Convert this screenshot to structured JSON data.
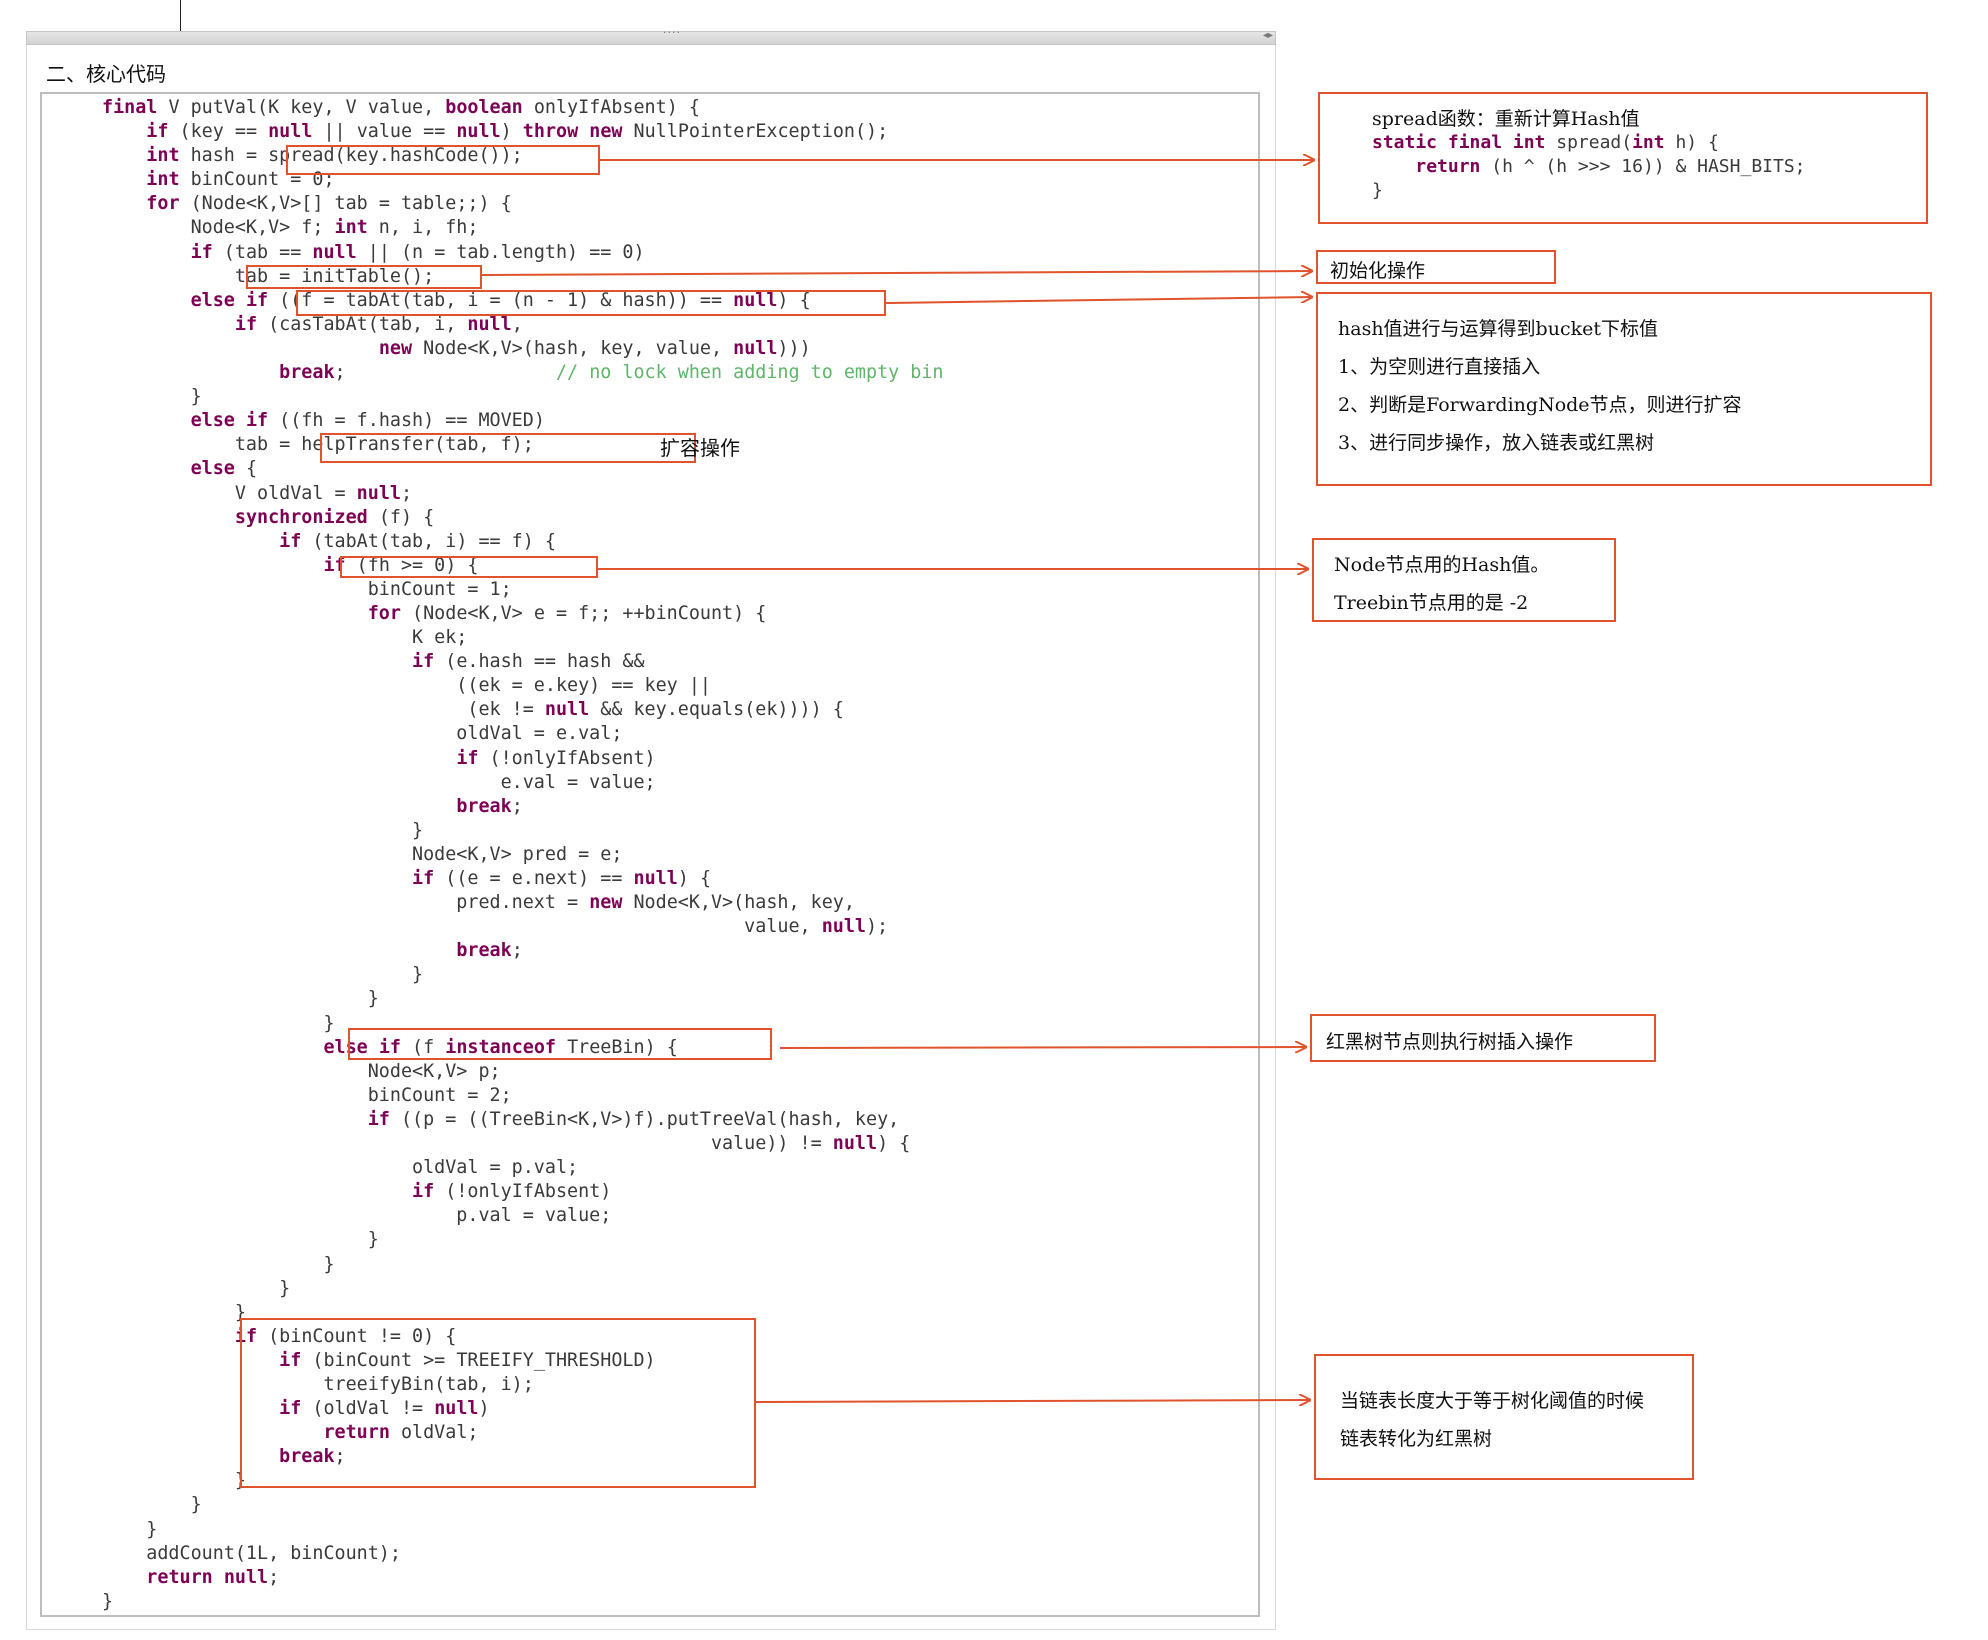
{
  "section_title": "二、核心代码",
  "code_lines": [
    [
      [
        "k",
        "final"
      ],
      [
        "t",
        " V putVal(K key, V value, "
      ],
      [
        "k",
        "boolean"
      ],
      [
        "t",
        " onlyIfAbsent) {"
      ]
    ],
    [
      [
        "t",
        "    "
      ],
      [
        "k",
        "if"
      ],
      [
        "t",
        " (key == "
      ],
      [
        "k",
        "null"
      ],
      [
        "t",
        " || value == "
      ],
      [
        "k",
        "null"
      ],
      [
        "t",
        ") "
      ],
      [
        "k",
        "throw"
      ],
      [
        "t",
        " "
      ],
      [
        "k",
        "new"
      ],
      [
        "t",
        " NullPointerException();"
      ]
    ],
    [
      [
        "t",
        "    "
      ],
      [
        "k",
        "int"
      ],
      [
        "t",
        " hash = spread(key.hashCode());"
      ]
    ],
    [
      [
        "t",
        "    "
      ],
      [
        "k",
        "int"
      ],
      [
        "t",
        " binCount = 0;"
      ]
    ],
    [
      [
        "t",
        "    "
      ],
      [
        "k",
        "for"
      ],
      [
        "t",
        " (Node<K,V>[] tab = table;;) {"
      ]
    ],
    [
      [
        "t",
        "        Node<K,V> f; "
      ],
      [
        "k",
        "int"
      ],
      [
        "t",
        " n, i, fh;"
      ]
    ],
    [
      [
        "t",
        "        "
      ],
      [
        "k",
        "if"
      ],
      [
        "t",
        " (tab == "
      ],
      [
        "k",
        "null"
      ],
      [
        "t",
        " || (n = tab.length) == 0)"
      ]
    ],
    [
      [
        "t",
        "            tab = initTable();"
      ]
    ],
    [
      [
        "t",
        "        "
      ],
      [
        "k",
        "else if"
      ],
      [
        "t",
        " ((f = tabAt(tab, i = (n - 1) & hash)) == "
      ],
      [
        "k",
        "null"
      ],
      [
        "t",
        ") {"
      ]
    ],
    [
      [
        "t",
        "            "
      ],
      [
        "k",
        "if"
      ],
      [
        "t",
        " (casTabAt(tab, i, "
      ],
      [
        "k",
        "null"
      ],
      [
        "t",
        ","
      ]
    ],
    [
      [
        "t",
        "                         "
      ],
      [
        "k",
        "new"
      ],
      [
        "t",
        " Node<K,V>(hash, key, value, "
      ],
      [
        "k",
        "null"
      ],
      [
        "t",
        ")))"
      ]
    ],
    [
      [
        "t",
        "                "
      ],
      [
        "k",
        "break"
      ],
      [
        "t",
        ";                   "
      ],
      [
        "c",
        "// no lock when adding to empty bin"
      ]
    ],
    [
      [
        "t",
        "        }"
      ]
    ],
    [
      [
        "t",
        "        "
      ],
      [
        "k",
        "else if"
      ],
      [
        "t",
        " ((fh = f.hash) == MOVED)"
      ]
    ],
    [
      [
        "t",
        "            tab = helpTransfer(tab, f);"
      ]
    ],
    [
      [
        "t",
        "        "
      ],
      [
        "k",
        "else"
      ],
      [
        "t",
        " {"
      ]
    ],
    [
      [
        "t",
        "            V oldVal = "
      ],
      [
        "k",
        "null"
      ],
      [
        "t",
        ";"
      ]
    ],
    [
      [
        "t",
        "            "
      ],
      [
        "k",
        "synchronized"
      ],
      [
        "t",
        " (f) {"
      ]
    ],
    [
      [
        "t",
        "                "
      ],
      [
        "k",
        "if"
      ],
      [
        "t",
        " (tabAt(tab, i) == f) {"
      ]
    ],
    [
      [
        "t",
        "                    "
      ],
      [
        "k",
        "if"
      ],
      [
        "t",
        " (fh >= 0) {"
      ]
    ],
    [
      [
        "t",
        "                        binCount = 1;"
      ]
    ],
    [
      [
        "t",
        "                        "
      ],
      [
        "k",
        "for"
      ],
      [
        "t",
        " (Node<K,V> e = f;; ++binCount) {"
      ]
    ],
    [
      [
        "t",
        "                            K ek;"
      ]
    ],
    [
      [
        "t",
        "                            "
      ],
      [
        "k",
        "if"
      ],
      [
        "t",
        " (e.hash == hash &&"
      ]
    ],
    [
      [
        "t",
        "                                ((ek = e.key) == key ||"
      ]
    ],
    [
      [
        "t",
        "                                 (ek != "
      ],
      [
        "k",
        "null"
      ],
      [
        "t",
        " && key.equals(ek)))) {"
      ]
    ],
    [
      [
        "t",
        "                                oldVal = e.val;"
      ]
    ],
    [
      [
        "t",
        "                                "
      ],
      [
        "k",
        "if"
      ],
      [
        "t",
        " (!onlyIfAbsent)"
      ]
    ],
    [
      [
        "t",
        "                                    e.val = value;"
      ]
    ],
    [
      [
        "t",
        "                                "
      ],
      [
        "k",
        "break"
      ],
      [
        "t",
        ";"
      ]
    ],
    [
      [
        "t",
        "                            }"
      ]
    ],
    [
      [
        "t",
        "                            Node<K,V> pred = e;"
      ]
    ],
    [
      [
        "t",
        "                            "
      ],
      [
        "k",
        "if"
      ],
      [
        "t",
        " ((e = e.next) == "
      ],
      [
        "k",
        "null"
      ],
      [
        "t",
        ") {"
      ]
    ],
    [
      [
        "t",
        "                                pred.next = "
      ],
      [
        "k",
        "new"
      ],
      [
        "t",
        " Node<K,V>(hash, key,"
      ]
    ],
    [
      [
        "t",
        "                                                          value, "
      ],
      [
        "k",
        "null"
      ],
      [
        "t",
        ");"
      ]
    ],
    [
      [
        "t",
        "                                "
      ],
      [
        "k",
        "break"
      ],
      [
        "t",
        ";"
      ]
    ],
    [
      [
        "t",
        "                            }"
      ]
    ],
    [
      [
        "t",
        "                        }"
      ]
    ],
    [
      [
        "t",
        "                    }"
      ]
    ],
    [
      [
        "t",
        "                    "
      ],
      [
        "k",
        "else if"
      ],
      [
        "t",
        " (f "
      ],
      [
        "k",
        "instanceof"
      ],
      [
        "t",
        " TreeBin) {"
      ]
    ],
    [
      [
        "t",
        "                        Node<K,V> p;"
      ]
    ],
    [
      [
        "t",
        "                        binCount = 2;"
      ]
    ],
    [
      [
        "t",
        "                        "
      ],
      [
        "k",
        "if"
      ],
      [
        "t",
        " ((p = ((TreeBin<K,V>)f).putTreeVal(hash, key,"
      ]
    ],
    [
      [
        "t",
        "                                                       value)) != "
      ],
      [
        "k",
        "null"
      ],
      [
        "t",
        ") {"
      ]
    ],
    [
      [
        "t",
        "                            oldVal = p.val;"
      ]
    ],
    [
      [
        "t",
        "                            "
      ],
      [
        "k",
        "if"
      ],
      [
        "t",
        " (!onlyIfAbsent)"
      ]
    ],
    [
      [
        "t",
        "                                p.val = value;"
      ]
    ],
    [
      [
        "t",
        "                        }"
      ]
    ],
    [
      [
        "t",
        "                    }"
      ]
    ],
    [
      [
        "t",
        "                }"
      ]
    ],
    [
      [
        "t",
        "            }"
      ]
    ],
    [
      [
        "t",
        "            "
      ],
      [
        "k",
        "if"
      ],
      [
        "t",
        " (binCount != 0) {"
      ]
    ],
    [
      [
        "t",
        "                "
      ],
      [
        "k",
        "if"
      ],
      [
        "t",
        " (binCount >= TREEIFY_THRESHOLD)"
      ]
    ],
    [
      [
        "t",
        "                    treeifyBin(tab, i);"
      ]
    ],
    [
      [
        "t",
        "                "
      ],
      [
        "k",
        "if"
      ],
      [
        "t",
        " (oldVal != "
      ],
      [
        "k",
        "null"
      ],
      [
        "t",
        ")"
      ]
    ],
    [
      [
        "t",
        "                    "
      ],
      [
        "k",
        "return"
      ],
      [
        "t",
        " oldVal;"
      ]
    ],
    [
      [
        "t",
        "                "
      ],
      [
        "k",
        "break"
      ],
      [
        "t",
        ";"
      ]
    ],
    [
      [
        "t",
        "            }"
      ]
    ],
    [
      [
        "t",
        "        }"
      ]
    ],
    [
      [
        "t",
        "    }"
      ]
    ],
    [
      [
        "t",
        "    addCount(1L, binCount);"
      ]
    ],
    [
      [
        "t",
        "    "
      ],
      [
        "k",
        "return"
      ],
      [
        "t",
        " "
      ],
      [
        "k",
        "null"
      ],
      [
        "t",
        ";"
      ]
    ],
    [
      [
        "t",
        "}"
      ]
    ]
  ],
  "inline_label": "扩容操作",
  "notes": {
    "spread": {
      "title": "spread函数：重新计算Hash值",
      "code": [
        [
          [
            "k",
            "static final int"
          ],
          [
            "t",
            " spread("
          ],
          [
            "k",
            "int"
          ],
          [
            "t",
            " h) {"
          ]
        ],
        [
          [
            "t",
            "    "
          ],
          [
            "k",
            "return"
          ],
          [
            "t",
            " (h ^ (h >>> 16)) & HASH_BITS;"
          ]
        ],
        [
          [
            "t",
            "}"
          ]
        ]
      ]
    },
    "init": "初始化操作",
    "bucket": [
      "hash值进行与运算得到bucket下标值",
      "1、为空则进行直接插入",
      "2、判断是ForwardingNode节点，则进行扩容",
      "3、进行同步操作，放入链表或红黑树"
    ],
    "node": [
      "Node节点用的Hash值。",
      "Treebin节点用的是 -2"
    ],
    "treebin": "红黑树节点则执行树插入操作",
    "treeify": [
      "当链表长度大于等于树化阈值的时候",
      "链表转化为红黑树"
    ]
  },
  "colors": {
    "keyword": "#7d0055",
    "comment": "#5fb56a",
    "code_text": "#3a3a3a",
    "highlight": "#e0532c"
  },
  "icons": {
    "grip": "drag-grip-icon",
    "resize": "resize-arrows-icon"
  }
}
